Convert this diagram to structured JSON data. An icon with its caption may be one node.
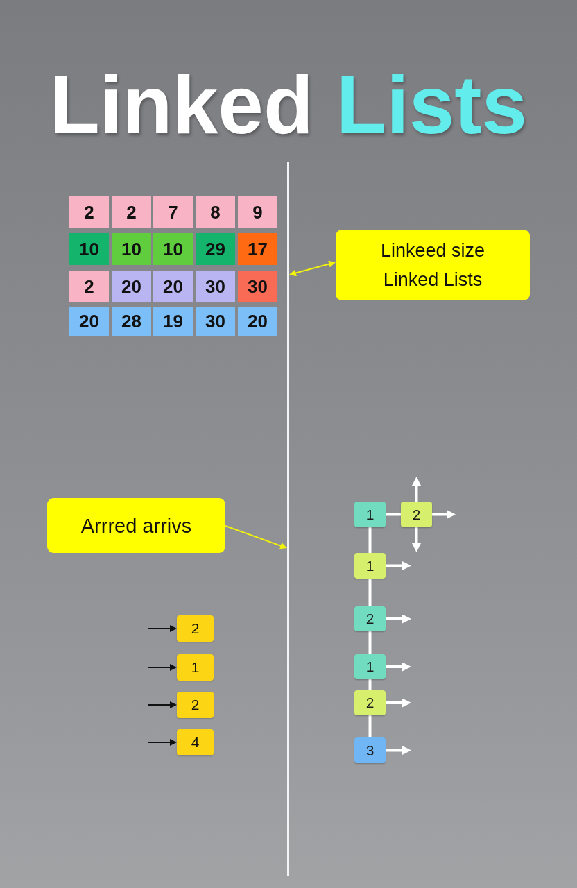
{
  "diagram": {
    "title": "Linked Lists",
    "nodes": [
      {
        "text": [
          "2"
        ]
      },
      {
        "text": [
          "2"
        ]
      },
      {
        "text": [
          "7"
        ]
      },
      {
        "text": [
          "8"
        ]
      },
      {
        "text": [
          "9"
        ]
      },
      {
        "text": [
          "10"
        ]
      },
      {
        "text": [
          "10"
        ]
      },
      {
        "text": [
          "10"
        ]
      },
      {
        "text": [
          "29"
        ]
      },
      {
        "text": [
          "17"
        ]
      },
      {
        "text": [
          "2"
        ]
      },
      {
        "text": [
          "20"
        ]
      },
      {
        "text": [
          "20"
        ]
      },
      {
        "text": [
          "30"
        ]
      },
      {
        "text": [
          "30"
        ]
      },
      {
        "text": [
          "20"
        ]
      },
      {
        "text": [
          "28"
        ]
      },
      {
        "text": [
          "19"
        ]
      },
      {
        "text": [
          "30"
        ]
      },
      {
        "text": [
          "20"
        ]
      },
      {
        "text": [],
        "shape": "line"
      },
      {
        "text": [
          "Linkeed size Linked Lists"
        ]
      },
      {
        "text": [
          "Arrred arrivs"
        ]
      },
      {
        "text": [
          "2"
        ]
      },
      {
        "text": [
          "1"
        ]
      },
      {
        "text": [
          "2"
        ]
      },
      {
        "text": [
          "4"
        ]
      },
      {
        "text": [
          "1"
        ]
      },
      {
        "text": [
          "2"
        ]
      },
      {
        "text": [
          "1"
        ]
      },
      {
        "text": [
          "2"
        ]
      },
      {
        "text": [
          "1"
        ]
      },
      {
        "text": [
          "2"
        ]
      },
      {
        "text": [
          "3"
        ]
      }
    ],
    "edges": [
      {
        "from": 21,
        "to": 20,
        "arrow": "both",
        "color": "#f2f20a"
      },
      {
        "from": 22,
        "to": 20,
        "arrow": "to",
        "color": "#f2f20a"
      },
      {
        "from": null,
        "to": 23,
        "arrow": "to",
        "color": "#111111"
      },
      {
        "from": null,
        "to": 24,
        "arrow": "to",
        "color": "#111111"
      },
      {
        "from": null,
        "to": 25,
        "arrow": "to",
        "color": "#111111"
      },
      {
        "from": null,
        "to": 26,
        "arrow": "to",
        "color": "#111111"
      },
      {
        "from": 27,
        "to": 28,
        "arrow": "none"
      },
      {
        "from": 27,
        "to": 29,
        "arrow": "none"
      },
      {
        "from": 29,
        "to": 30,
        "arrow": "none"
      },
      {
        "from": 30,
        "to": 31,
        "arrow": "none"
      },
      {
        "from": 31,
        "to": 32,
        "arrow": "none"
      },
      {
        "from": 32,
        "to": 33,
        "arrow": "none"
      },
      {
        "from": 28,
        "to": null,
        "arrow": "to"
      },
      {
        "from": 28,
        "to": null,
        "arrow": "to"
      },
      {
        "from": 28,
        "to": null,
        "arrow": "to"
      },
      {
        "from": 29,
        "to": null,
        "arrow": "to"
      },
      {
        "from": 30,
        "to": null,
        "arrow": "to"
      },
      {
        "from": 31,
        "to": null,
        "arrow": "to"
      },
      {
        "from": 32,
        "to": null,
        "arrow": "to"
      },
      {
        "from": 33,
        "to": null,
        "arrow": "to"
      }
    ]
  }
}
